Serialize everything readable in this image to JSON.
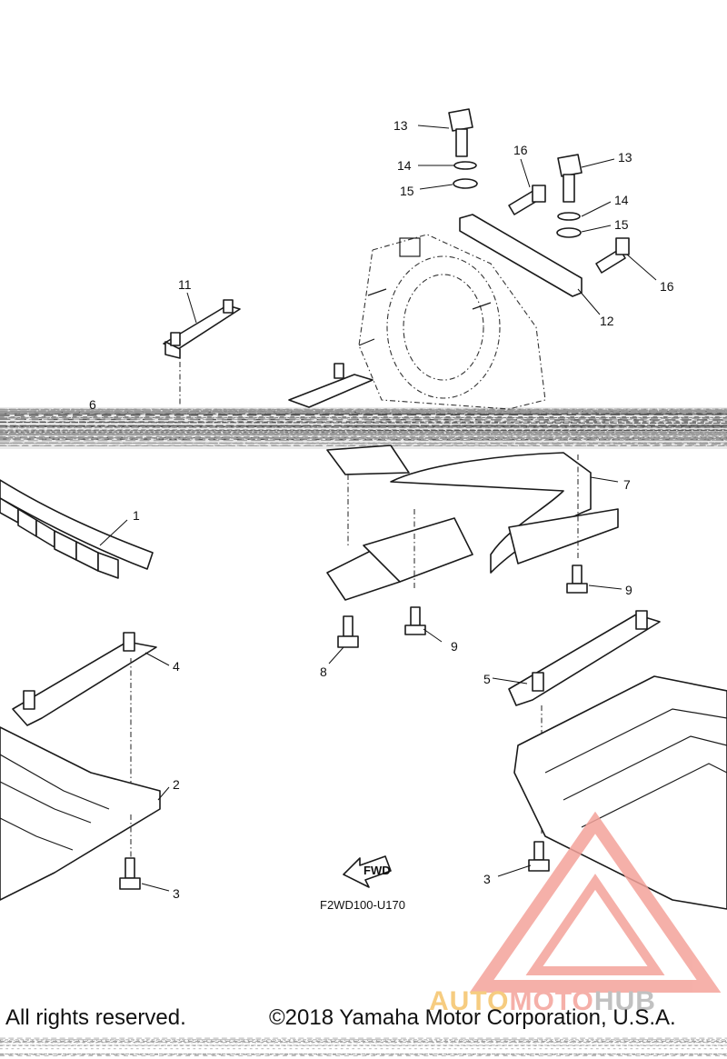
{
  "diagram": {
    "part_numbers": {
      "p1": "1",
      "p2": "2",
      "p3a": "3",
      "p3b": "3",
      "p4": "4",
      "p5": "5",
      "p6": "6",
      "p7": "7",
      "p8": "8",
      "p9a": "9",
      "p9b": "9",
      "p11": "11",
      "p12": "12",
      "p13a": "13",
      "p13b": "13",
      "p14a": "14",
      "p14b": "14",
      "p15a": "15",
      "p15b": "15",
      "p16a": "16",
      "p16b": "16"
    },
    "fwd_label": "FWD",
    "figure_code": "F2WD100-U170"
  },
  "watermark": {
    "word_part1": "AUTO",
    "word_part2": "MOTO",
    "word_part3": "HUB",
    "color_accent": "#f4a39b",
    "color_gold": "#f5c46a",
    "color_gray": "#b7b7b7"
  },
  "footer": {
    "left": "All rights reserved.",
    "right": "©2018 Yamaha Motor Corporation, U.S.A."
  }
}
